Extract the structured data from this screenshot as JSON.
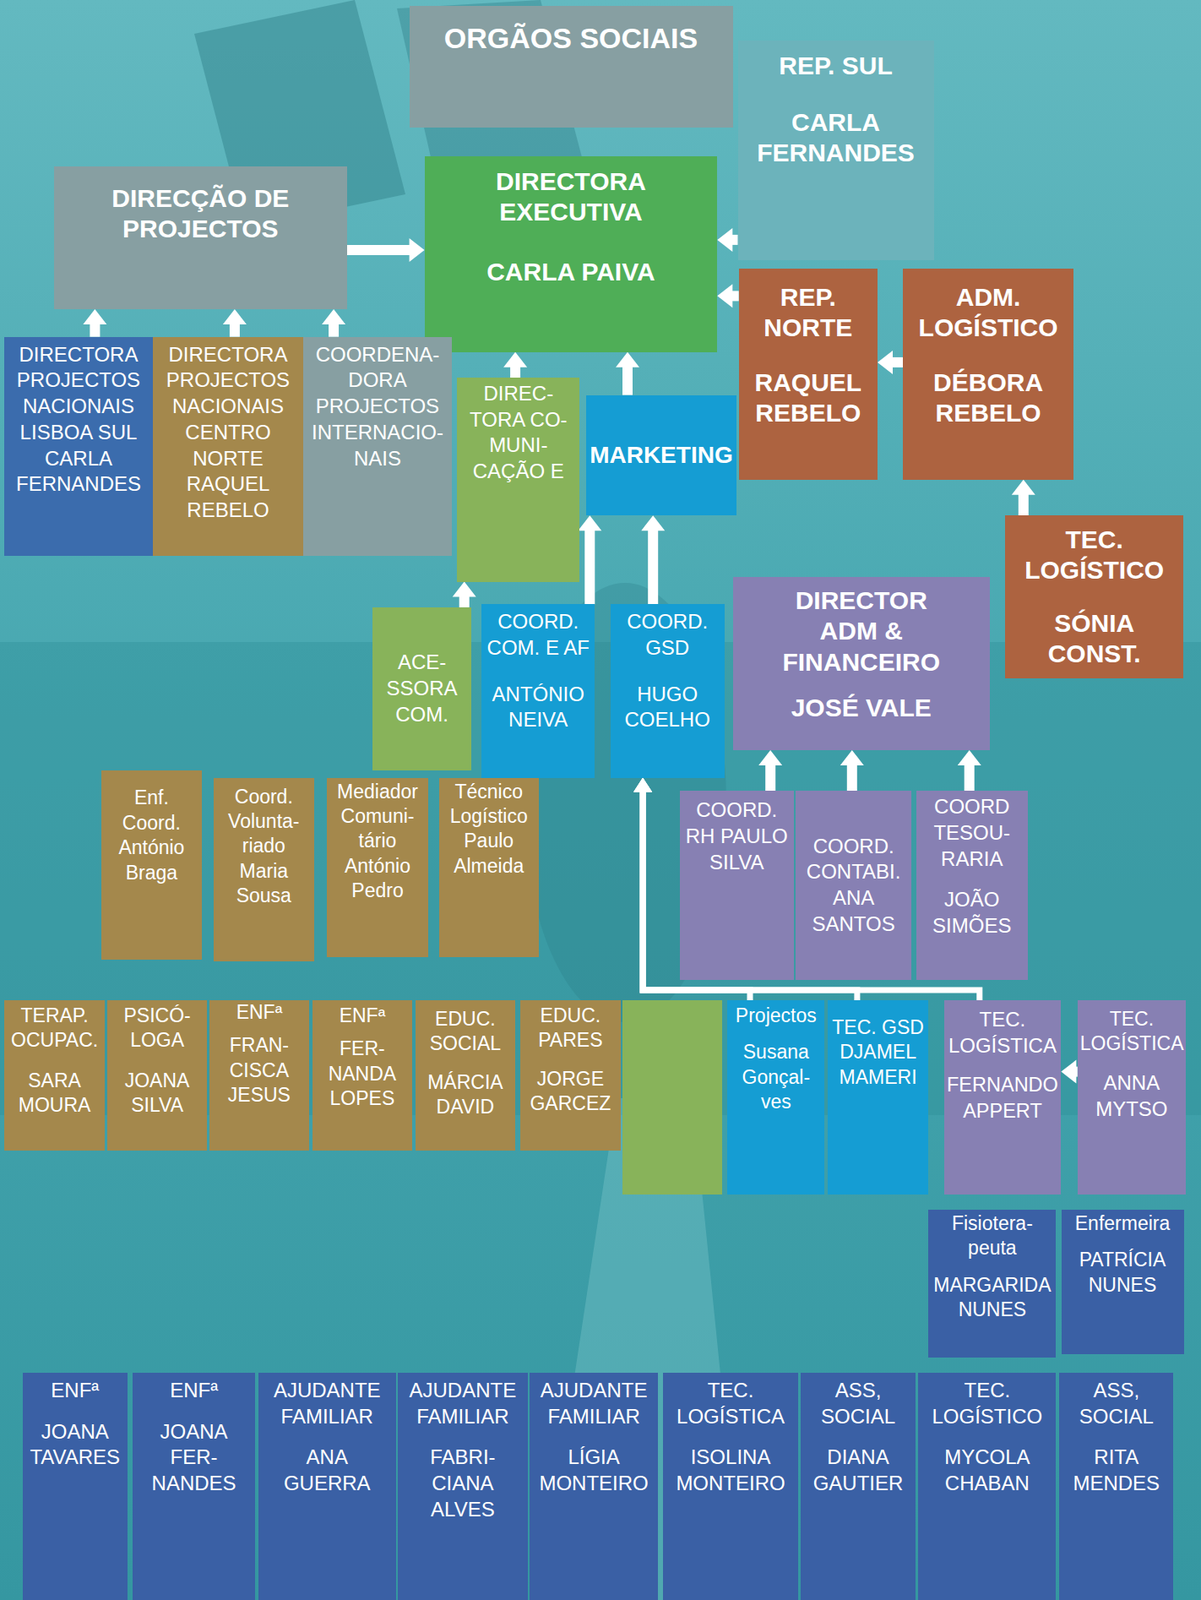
{
  "diagram": {
    "nodes": [
      {
        "text": [
          "ORGÃOS SOCIAIS"
        ]
      },
      {
        "text": [
          "REP. SUL",
          "CARLA FERNANDES"
        ]
      },
      {
        "text": [
          "DIRECÇÃO DE PROJECTOS"
        ]
      },
      {
        "text": [
          "DIRECTORA EXECUTIVA",
          "CARLA PAIVA"
        ]
      },
      {
        "text": [
          "REP. NORTE",
          "RAQUEL REBELO"
        ]
      },
      {
        "text": [
          "ADM. LOGÍSTICO",
          "DÉBORA REBELO"
        ]
      },
      {
        "text": [
          "DIRECTORA PROJECTOS NACIONAIS LISBOA SUL CARLA FERNANDES"
        ]
      },
      {
        "text": [
          "DIRECTORA PROJECTOS NACIONAIS CENTRO NORTE RAQUEL REBELO"
        ]
      },
      {
        "text": [
          "COORDENA- DORA PROJECTOS INTERNACIO- NAIS"
        ]
      },
      {
        "text": [
          "DIREC- TORA CO- MUNI- CAÇÃO E"
        ]
      },
      {
        "text": [
          "MARKETING"
        ]
      },
      {
        "text": [
          "TEC. LOGÍSTICO",
          "SÓNIA CONST."
        ]
      },
      {
        "text": [
          "DIRECTOR ADM & FINANCEIRO",
          "JOSÉ VALE"
        ]
      },
      {
        "text": [
          "ACE- SSORA COM."
        ]
      },
      {
        "text": [
          "COORD. COM. E AF",
          "ANTÓNIO NEIVA"
        ]
      },
      {
        "text": [
          "COORD. GSD",
          "HUGO COELHO"
        ]
      },
      {
        "text": [
          "Enf. Coord. António Braga"
        ]
      },
      {
        "text": [
          "Coord. Volunta- riado Maria Sousa"
        ]
      },
      {
        "text": [
          "Mediador Comuni- tário António Pedro"
        ]
      },
      {
        "text": [
          "Técnico Logístico Paulo Almeida"
        ]
      },
      {
        "text": [
          "COORD. RH PAULO SILVA"
        ]
      },
      {
        "text": [
          "COORD. CONTABI. ANA SANTOS"
        ]
      },
      {
        "text": [
          "COORD TESOU- RARIA",
          "JOÃO SIMÕES"
        ]
      },
      {
        "text": [
          "TERAP. OCUPAC.",
          "SARA MOURA"
        ]
      },
      {
        "text": [
          "PSICÓ- LOGA",
          "JOANA SILVA"
        ]
      },
      {
        "text": [
          "ENFª",
          "FRAN- CISCA JESUS"
        ]
      },
      {
        "text": [
          "ENFª",
          "FER- NANDA LOPES"
        ]
      },
      {
        "text": [
          "EDUC. SOCIAL",
          "MÁRCIA DAVID"
        ]
      },
      {
        "text": [
          "EDUC. PARES",
          "JORGE GARCEZ"
        ]
      },
      {
        "text": [
          "Projectos",
          "Susana Gonçal- ves"
        ]
      },
      {
        "text": [
          "TEC. GSD DJAMEL MAMERI"
        ]
      },
      {
        "text": [
          "TEC. LOGÍSTICA",
          "FERNANDO APPERT"
        ]
      },
      {
        "text": [
          "TEC. LOGÍSTICA",
          "ANNA MYTSO"
        ]
      },
      {
        "text": [
          "Fisiotera- peuta",
          "MARGARIDA NUNES"
        ]
      },
      {
        "text": [
          "Enfermeira",
          "PATRÍCIA NUNES"
        ]
      },
      {
        "text": [
          "ENFª",
          "JOANA TAVARES"
        ]
      },
      {
        "text": [
          "ENFª",
          "JOANA FER- NANDES"
        ]
      },
      {
        "text": [
          "AJUDANTE FAMILIAR",
          "ANA GUERRA"
        ]
      },
      {
        "text": [
          "AJUDANTE FAMILIAR",
          "FABRI- CIANA ALVES"
        ]
      },
      {
        "text": [
          "AJUDANTE FAMILIAR",
          "LÍGIA MONTEIRO"
        ]
      },
      {
        "text": [
          "TEC. LOGÍSTICA",
          "ISOLINA MONTEIRO"
        ]
      },
      {
        "text": [
          "ASS, SOCIAL",
          "DIANA GAUTIER"
        ]
      },
      {
        "text": [
          "TEC. LOGÍSTICO",
          "MYCOLA CHABAN"
        ]
      },
      {
        "text": [
          "ASS, SOCIAL",
          "RITA MENDES"
        ]
      }
    ],
    "edges": [
      {
        "from": 1,
        "to": 3,
        "arrow": "to"
      },
      {
        "from": 4,
        "to": 3,
        "arrow": "to"
      },
      {
        "from": 5,
        "to": 4,
        "arrow": "to"
      },
      {
        "from": 11,
        "to": 5,
        "arrow": "to"
      },
      {
        "from": 2,
        "to": 3,
        "arrow": "to"
      },
      {
        "from": 6,
        "to": 2,
        "arrow": "to"
      },
      {
        "from": 7,
        "to": 2,
        "arrow": "to"
      },
      {
        "from": 8,
        "to": 2,
        "arrow": "to"
      },
      {
        "from": 9,
        "to": 3,
        "arrow": "to"
      },
      {
        "from": 10,
        "to": 3,
        "arrow": "to"
      },
      {
        "from": 13,
        "to": 9,
        "arrow": "to"
      },
      {
        "from": 14,
        "to": 10,
        "arrow": "to"
      },
      {
        "from": 15,
        "to": 10,
        "arrow": "to"
      },
      {
        "from": 20,
        "to": 12,
        "arrow": "to"
      },
      {
        "from": 21,
        "to": 12,
        "arrow": "to"
      },
      {
        "from": 22,
        "to": 12,
        "arrow": "to"
      },
      {
        "from": 29,
        "to": 15,
        "arrow": "to"
      },
      {
        "from": 30,
        "to": 15,
        "arrow": "to"
      },
      {
        "from": 31,
        "to": 15,
        "arrow": "to"
      },
      {
        "from": 32,
        "to": 31,
        "arrow": "to"
      }
    ]
  }
}
